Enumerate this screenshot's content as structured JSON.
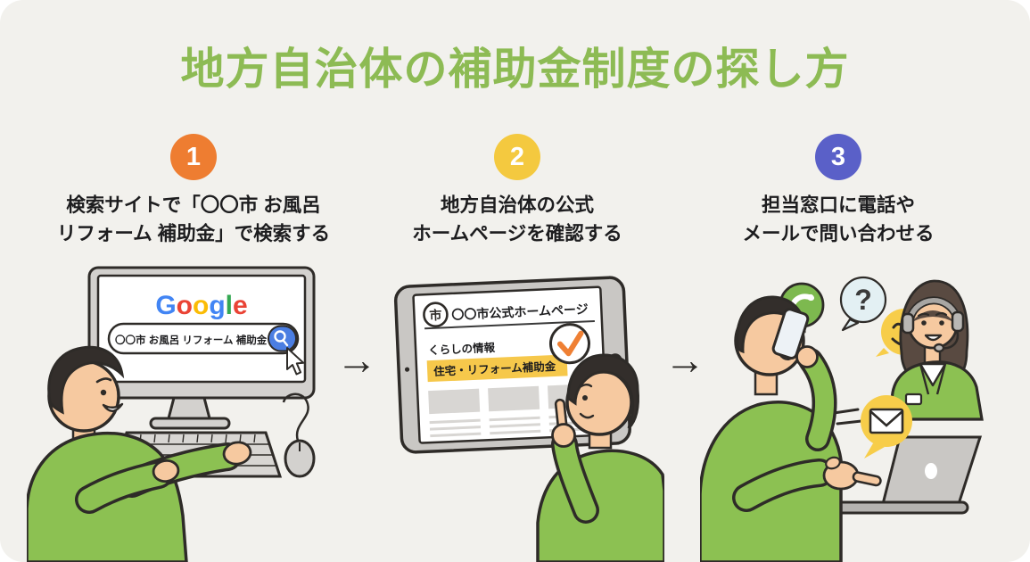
{
  "palette": {
    "background": "#f2f1ed",
    "title_green": "#8dbb54",
    "outline": "#2e2b28",
    "skin": "#f6c9a0",
    "shirt_green": "#8cc152",
    "device_gray": "#cdcbc8",
    "highlight_yellow": "#f6c84b",
    "check_orange": "#ef8034",
    "search_blue": "#4b7ee2"
  },
  "title": "地方自治体の補助金制度の探し方",
  "arrow_glyph": "→",
  "steps": [
    {
      "number": "1",
      "color": "#ee7d31",
      "line1": "検索サイトで「〇〇市 お風呂",
      "line2": "リフォーム 補助金」で検索する"
    },
    {
      "number": "2",
      "color": "#f4c93f",
      "line1": "地方自治体の公式",
      "line2": "ホームページを確認する"
    },
    {
      "number": "3",
      "color": "#5a60c8",
      "line1": "担当窓口に電話や",
      "line2": "メールで問い合わせる"
    }
  ],
  "search_panel": {
    "logo_letters": [
      {
        "ch": "G",
        "color": "#4285F4"
      },
      {
        "ch": "o",
        "color": "#EA4335"
      },
      {
        "ch": "o",
        "color": "#FBBC05"
      },
      {
        "ch": "g",
        "color": "#4285F4"
      },
      {
        "ch": "l",
        "color": "#34A853"
      },
      {
        "ch": "e",
        "color": "#EA4335"
      }
    ],
    "query": "〇〇市 お風呂 リフォーム 補助金"
  },
  "website_panel": {
    "emblem_char": "市",
    "site_title": "〇〇市公式ホームページ",
    "section_label": "くらしの情報",
    "highlight_link": "住宅・リフォーム補助金"
  },
  "contact_panel": {
    "question_mark": "?"
  }
}
